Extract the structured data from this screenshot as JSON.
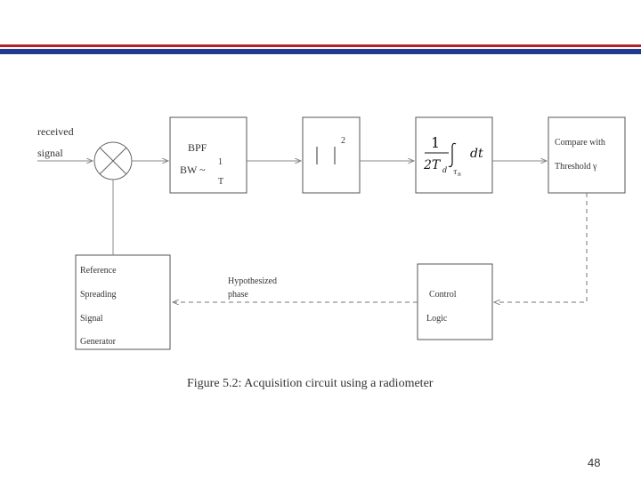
{
  "colors": {
    "header_red": "#b22228",
    "header_blue": "#1f3b8e",
    "line": "#888888",
    "box": "#555555"
  },
  "input": {
    "line1": "received",
    "line2": "signal"
  },
  "bpf": {
    "label": "BPF",
    "bw_label": "BW ~",
    "frac_num": "1",
    "frac_den": "T"
  },
  "squarer": {
    "exponent": "2"
  },
  "integrator": {
    "num": "1",
    "den": "2T",
    "den_sub": "d",
    "lower_limit": "τ",
    "lower_sub": "n",
    "dt": "dt"
  },
  "compare": {
    "line1": "Compare  with",
    "line2": "Threshold  γ"
  },
  "control": {
    "line1": "Control",
    "line2": "Logic"
  },
  "reference": {
    "line1": "Reference",
    "line2": "Spreading",
    "line3": "Signal",
    "line4": "Generator"
  },
  "hypothesized": {
    "line1": "Hypothesized",
    "line2": "phase"
  },
  "caption": "Figure 5.2:  Acquisition circuit using a radiometer",
  "page_number": "48"
}
